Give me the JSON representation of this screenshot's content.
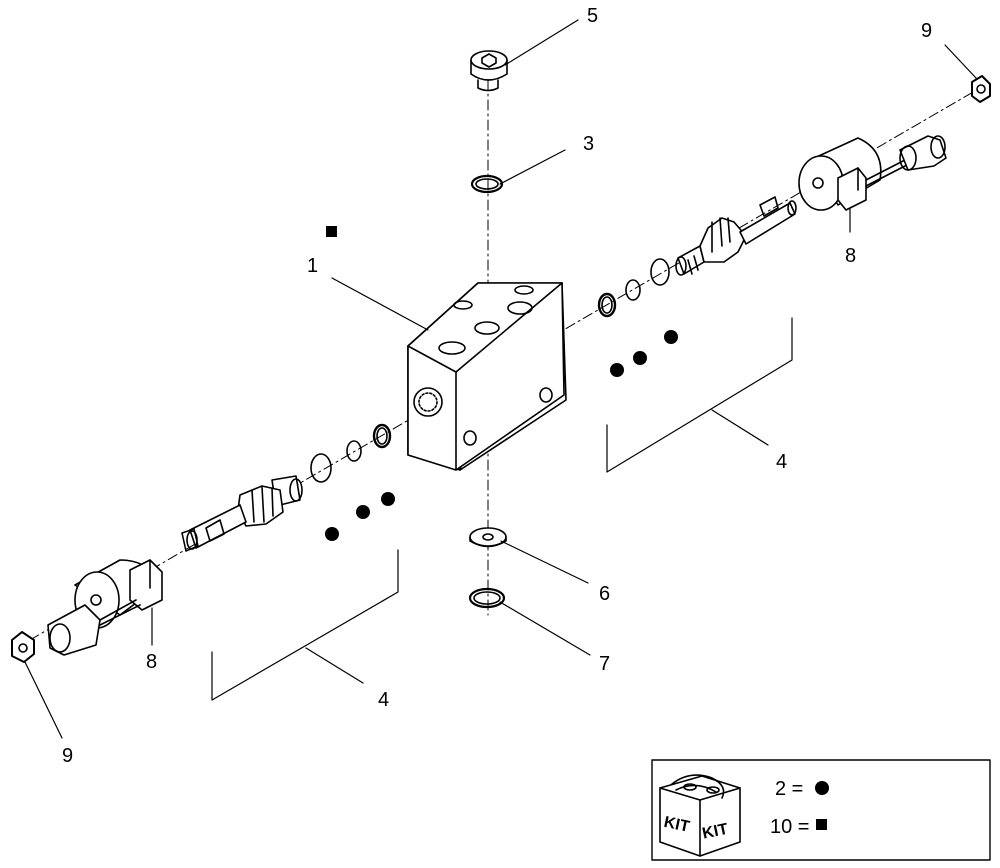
{
  "callouts": {
    "c1": "1",
    "c3": "3",
    "c4_right": "4",
    "c4_left": "4",
    "c5": "5",
    "c6": "6",
    "c7": "7",
    "c8_right": "8",
    "c8_left": "8",
    "c9_right": "9",
    "c9_left": "9"
  },
  "legend": {
    "kit_word": "KIT",
    "item_2": "2 =",
    "item_10": "10 ="
  },
  "colors": {
    "line": "#000000",
    "background": "#ffffff"
  }
}
